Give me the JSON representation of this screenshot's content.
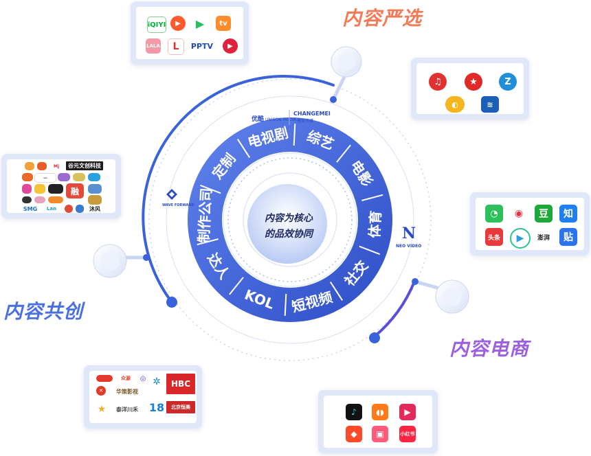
{
  "headings": {
    "strict_selection": "内容严选",
    "co_creation": "内容共创",
    "ecommerce": "内容电商"
  },
  "center": {
    "line1": "内容为核心",
    "line2": "的品效协同"
  },
  "ring_segments": [
    "电视剧",
    "综艺",
    "电影",
    "体育",
    "社交",
    "短视频",
    "KOL",
    "达人",
    "制作公司",
    "定制"
  ],
  "partners": {
    "top_left": "优酷",
    "top_left_sub": "UNISON MEDIA",
    "top_right": "CHANGEMEI",
    "top_right_sub": "橙美传媒",
    "left": "WAVE FORWARD",
    "right": "NEO VIDEO"
  },
  "cards": {
    "video_platforms": [
      "iQIYI",
      "腾讯视频",
      "芒果TV",
      "乐视",
      "PPTV",
      "优酷"
    ],
    "tv_stations": [
      "湖南卫视",
      "东方卫视",
      "浙江卫视",
      "江苏卫视"
    ],
    "social": [
      "豆",
      "知",
      "头条",
      "澎湃",
      "贴"
    ],
    "studios": [
      "谷元文创科技",
      "SMG",
      "沐风",
      "Lan"
    ],
    "studios_bottom": [
      "HBC",
      "华策影视",
      "泰洋川禾",
      "北京恒美",
      "18"
    ],
    "short_video": [
      "小红书"
    ]
  },
  "colors": {
    "ring_outer": "#3a63db",
    "ring_dark": "#3b5fd6",
    "heading_top": "#f27a56",
    "heading_left": "#4a6fe0",
    "heading_right": "#9b5fe0"
  }
}
